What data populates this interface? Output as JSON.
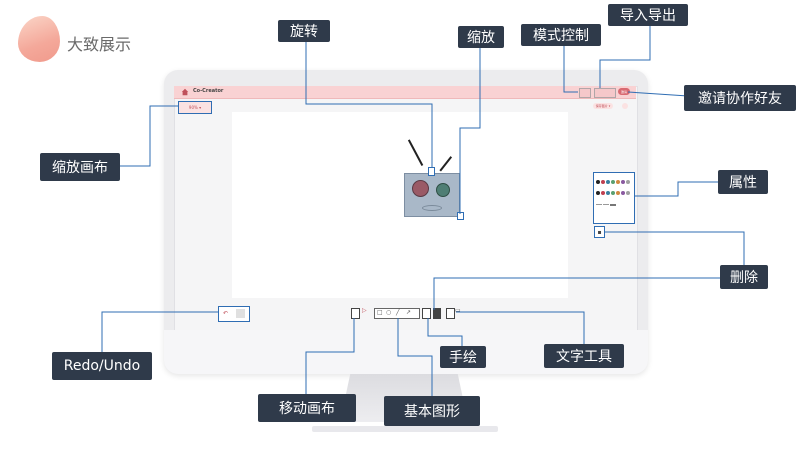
{
  "header": {
    "title": "大致展示"
  },
  "app": {
    "name": "Co-Creator",
    "zoom_value": "90% ▾",
    "invite_label": "邀请",
    "top_right_pill": "保存图片 ▾"
  },
  "callouts": {
    "rotate": "旋转",
    "scale": "缩放",
    "mode_control": "模式控制",
    "import_export": "导入导出",
    "invite_friend": "邀请协作好友",
    "zoom_canvas": "缩放画布",
    "properties": "属性",
    "delete": "删除",
    "redo_undo": "Redo/Undo",
    "freehand": "手绘",
    "text_tool": "文字工具",
    "move_canvas": "移动画布",
    "basic_shapes": "基本图形"
  },
  "colors": {
    "callout_bg": "#2f3a4a",
    "leader_line": "#2f6db3",
    "app_topbar": "#f9d2d3",
    "accent": "#d96a72",
    "robot_body": "#a9b8c8",
    "robot_eye_left": "#9a5a66",
    "robot_eye_right": "#4f7e74"
  },
  "property_swatches": [
    [
      "#222222",
      "#c04050",
      "#3a7fa0",
      "#5aa070",
      "#d08a40",
      "#8a5aa0",
      "#a0a0a0"
    ],
    [
      "#222222",
      "#c04050",
      "#3a7fa0",
      "#5aa070",
      "#d08a40",
      "#8a5aa0",
      "#a0a0a0"
    ]
  ]
}
